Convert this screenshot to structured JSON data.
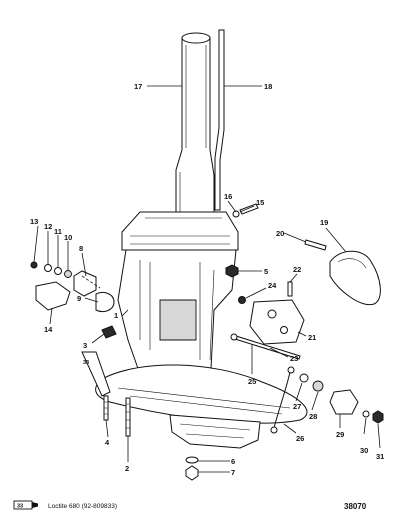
{
  "diagram": {
    "figure_number": "38070",
    "legend": {
      "symbol_text": "33",
      "description": "Loctite 680 (92-809833)"
    },
    "callouts": [
      {
        "id": "1",
        "text": "1"
      },
      {
        "id": "2",
        "text": "2"
      },
      {
        "id": "3",
        "text": "3"
      },
      {
        "id": "4",
        "text": "4"
      },
      {
        "id": "5",
        "text": "5"
      },
      {
        "id": "6",
        "text": "6"
      },
      {
        "id": "7",
        "text": "7"
      },
      {
        "id": "8",
        "text": "8"
      },
      {
        "id": "9",
        "text": "9"
      },
      {
        "id": "10",
        "text": "10"
      },
      {
        "id": "11",
        "text": "11"
      },
      {
        "id": "12",
        "text": "12"
      },
      {
        "id": "13",
        "text": "13"
      },
      {
        "id": "14",
        "text": "14"
      },
      {
        "id": "15",
        "text": "15"
      },
      {
        "id": "16",
        "text": "16"
      },
      {
        "id": "17",
        "text": "17"
      },
      {
        "id": "18",
        "text": "18"
      },
      {
        "id": "19",
        "text": "19"
      },
      {
        "id": "20",
        "text": "20"
      },
      {
        "id": "21",
        "text": "21"
      },
      {
        "id": "22",
        "text": "22"
      },
      {
        "id": "23",
        "text": "23"
      },
      {
        "id": "24",
        "text": "24"
      },
      {
        "id": "25",
        "text": "25"
      },
      {
        "id": "26",
        "text": "26"
      },
      {
        "id": "27",
        "text": "27"
      },
      {
        "id": "28",
        "text": "28"
      },
      {
        "id": "29",
        "text": "29"
      },
      {
        "id": "30",
        "text": "30"
      },
      {
        "id": "31",
        "text": "31"
      }
    ],
    "sealant_tag": "33"
  }
}
